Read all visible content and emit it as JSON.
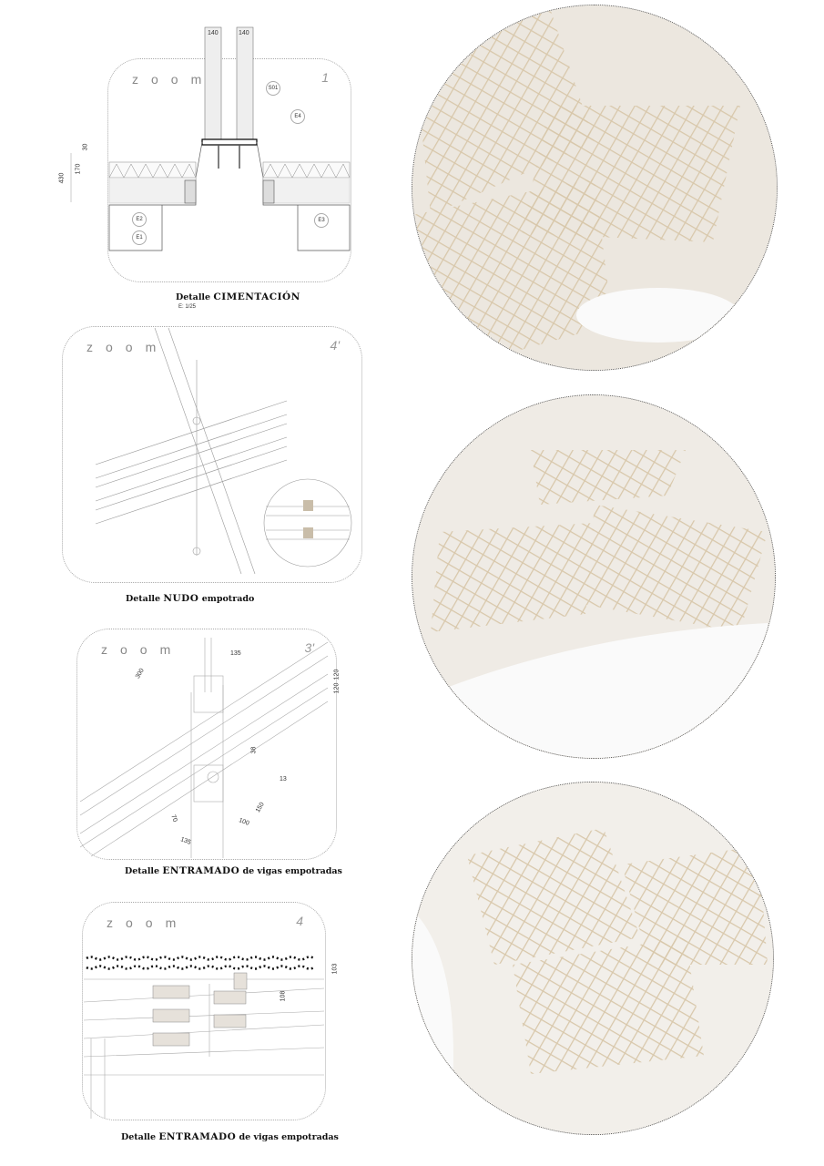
{
  "panels": [
    {
      "zoom": "zoom",
      "number": "1",
      "caption_prefix": "Detalle",
      "caption_main": "CIMENTACIÓN",
      "caption_suffix": "",
      "scale": "E:   1/25",
      "dims": [
        "140",
        "140",
        "30",
        "170",
        "430"
      ],
      "tags": [
        "S01",
        "E4",
        "E2",
        "E1",
        "E3"
      ]
    },
    {
      "zoom": "zoom",
      "number": "4'",
      "caption_prefix": "Detalle",
      "caption_main": "NUDO",
      "caption_suffix": "empotrado"
    },
    {
      "zoom": "zoom",
      "number": "3'",
      "caption_prefix": "Detalle",
      "caption_main": "ENTRAMADO",
      "caption_suffix": "de vigas empotradas",
      "dims": [
        "135",
        "300",
        "120",
        "120",
        "38",
        "13",
        "150",
        "100",
        "70",
        "135"
      ]
    },
    {
      "zoom": "zoom",
      "number": "4",
      "caption_prefix": "Detalle",
      "caption_main": "ENTRAMADO",
      "caption_suffix": "de vigas empotradas",
      "dims": [
        "103",
        "108"
      ]
    }
  ],
  "photos": [
    "model-photo-1",
    "model-photo-2",
    "model-photo-3"
  ]
}
